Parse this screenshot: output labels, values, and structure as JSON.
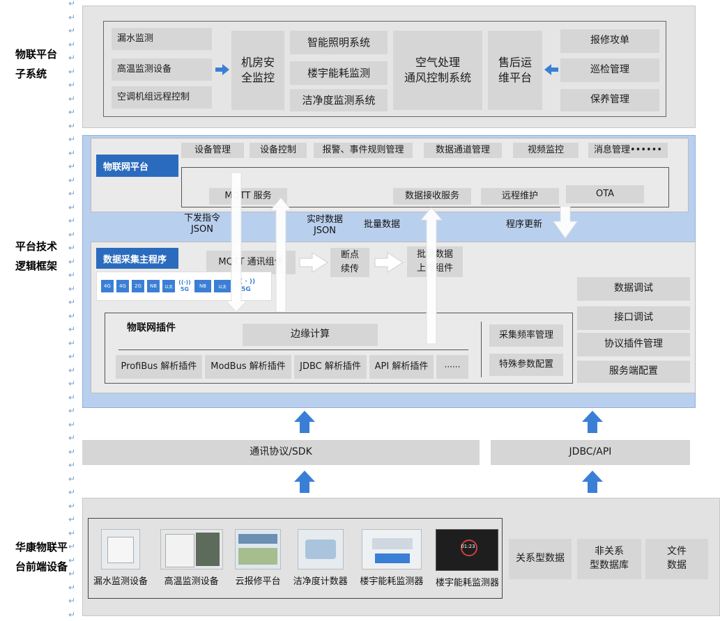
{
  "side_labels": {
    "subsystem": [
      "物联平台",
      "子系统"
    ],
    "platform": [
      "平台技术",
      "逻辑框架"
    ],
    "frontend": [
      "华康物联平",
      "台前端设备"
    ]
  },
  "subsystem": {
    "left_items": [
      "漏水监测",
      "高温监测设备",
      "空调机组远程控制"
    ],
    "machine_room": [
      "机房安",
      "全监控"
    ],
    "middle_items": [
      "智能照明系统",
      "楼宇能耗监测",
      "洁净度监测系统"
    ],
    "air": [
      "空气处理",
      "通风控制系统"
    ],
    "aftersales": [
      "售后运",
      "维平台"
    ],
    "right_items": [
      "报修攻单",
      "巡检管理",
      "保养管理"
    ]
  },
  "iot_platform": {
    "tag": "物联网平台",
    "top_items": [
      "设备管理",
      "设备控制",
      "报警、事件规则管理",
      "数据通道管理",
      "视频监控",
      "消息管理••••••"
    ],
    "mqtt_service": "MQTT 服务",
    "data_receive": "数据接收服务",
    "remote_maintenance": "远程维护",
    "ota": "OTA"
  },
  "flow_labels": {
    "downlink": [
      "下发指令",
      "JSON"
    ],
    "realtime": [
      "实时数据",
      "JSON"
    ],
    "batch": "批量数据",
    "update": "程序更新"
  },
  "collector": {
    "tag": "数据采集主程序",
    "mqtt_component": "MQTT 通讯组件",
    "resume": [
      "断点",
      "续传"
    ],
    "batch_upload": [
      "批量数据",
      "上传组件"
    ],
    "network_icons": [
      "4G",
      "4G",
      "2G",
      "NB",
      "以太",
      "5G",
      "NB",
      "以太",
      "5G"
    ]
  },
  "plugins": {
    "title": "物联网插件",
    "edge": "边缘计算",
    "items": [
      "ProfiBus 解析插件",
      "ModBus 解析插件",
      "JDBC 解析插件",
      "API 解析插件",
      "······"
    ],
    "right_items": [
      "采集频率管理",
      "特殊参数配置"
    ]
  },
  "debug_items": [
    "数据调试",
    "接口调试",
    "协议插件管理",
    "服务端配置"
  ],
  "protocol": {
    "sdk": "通讯协议/SDK",
    "jdbc": "JDBC/API"
  },
  "devices": [
    "漏水监测设备",
    "高温监测设备",
    "云报修平台",
    "洁净度计数器",
    "楼宇能耗监测器",
    "楼宇能耗监测器"
  ],
  "device_screen": "01:23",
  "databases": [
    [
      "关系型数据"
    ],
    [
      "非关系",
      "型数据库"
    ],
    [
      "文件",
      "数据"
    ]
  ],
  "return_mark": "↵",
  "colors": {
    "arrow_blue": "#3a7fd5",
    "tag_blue": "#2a6bbd",
    "panel_blue": "#b9cfee",
    "box_gray": "#d6d6d6"
  }
}
